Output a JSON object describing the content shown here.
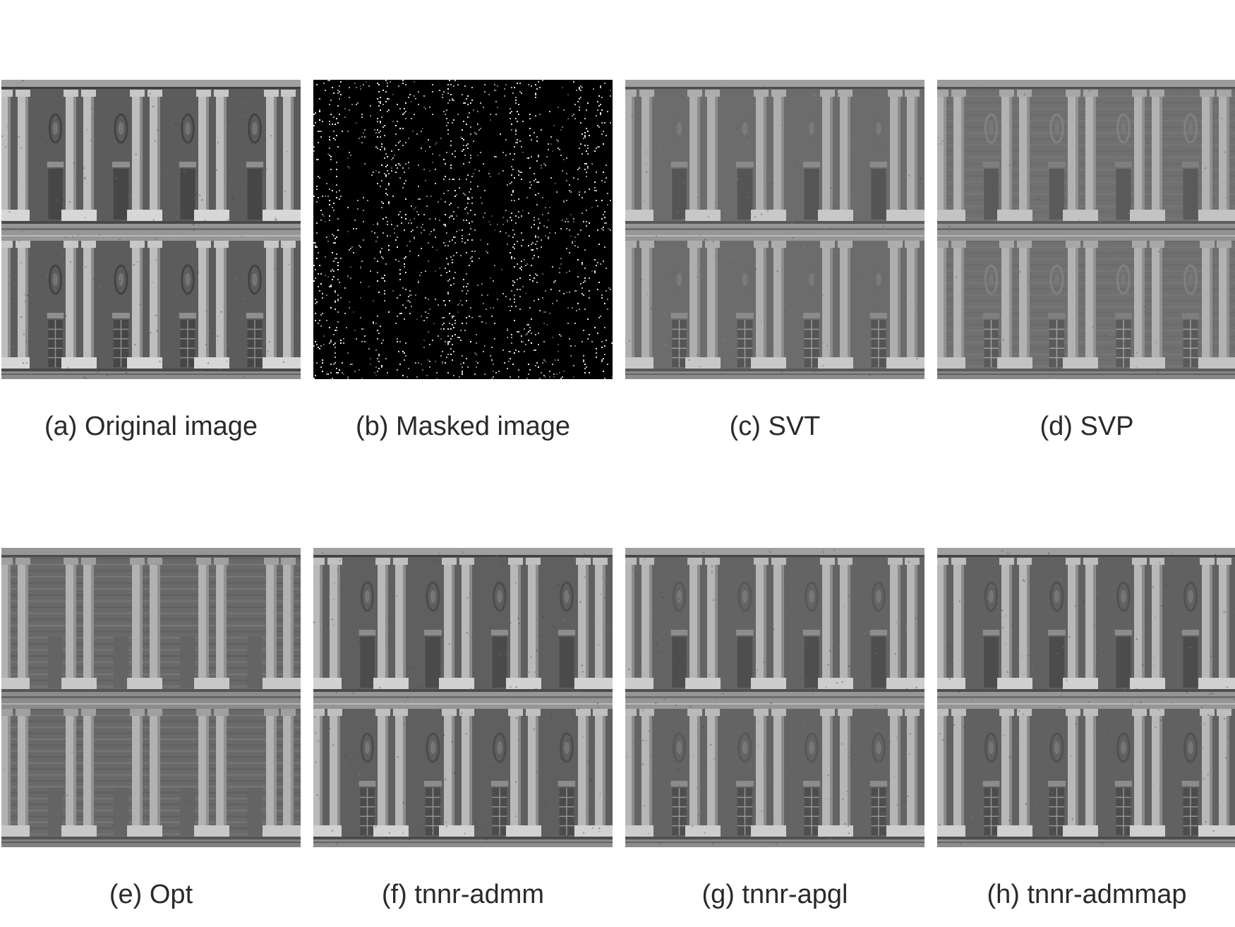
{
  "panels": [
    {
      "id": "a",
      "caption": "(a) Original image",
      "variant": "original"
    },
    {
      "id": "b",
      "caption": "(b) Masked image",
      "variant": "masked"
    },
    {
      "id": "c",
      "caption": "(c) SVT",
      "variant": "svt"
    },
    {
      "id": "d",
      "caption": "(d) SVP",
      "variant": "svp"
    },
    {
      "id": "e",
      "caption": "(e) Opt",
      "variant": "opt"
    },
    {
      "id": "f",
      "caption": "(f) tnnr-admm",
      "variant": "admm"
    },
    {
      "id": "g",
      "caption": "(g) tnnr-apgl",
      "variant": "apgl"
    },
    {
      "id": "h",
      "caption": "(h) tnnr-admmap",
      "variant": "admmap"
    }
  ]
}
